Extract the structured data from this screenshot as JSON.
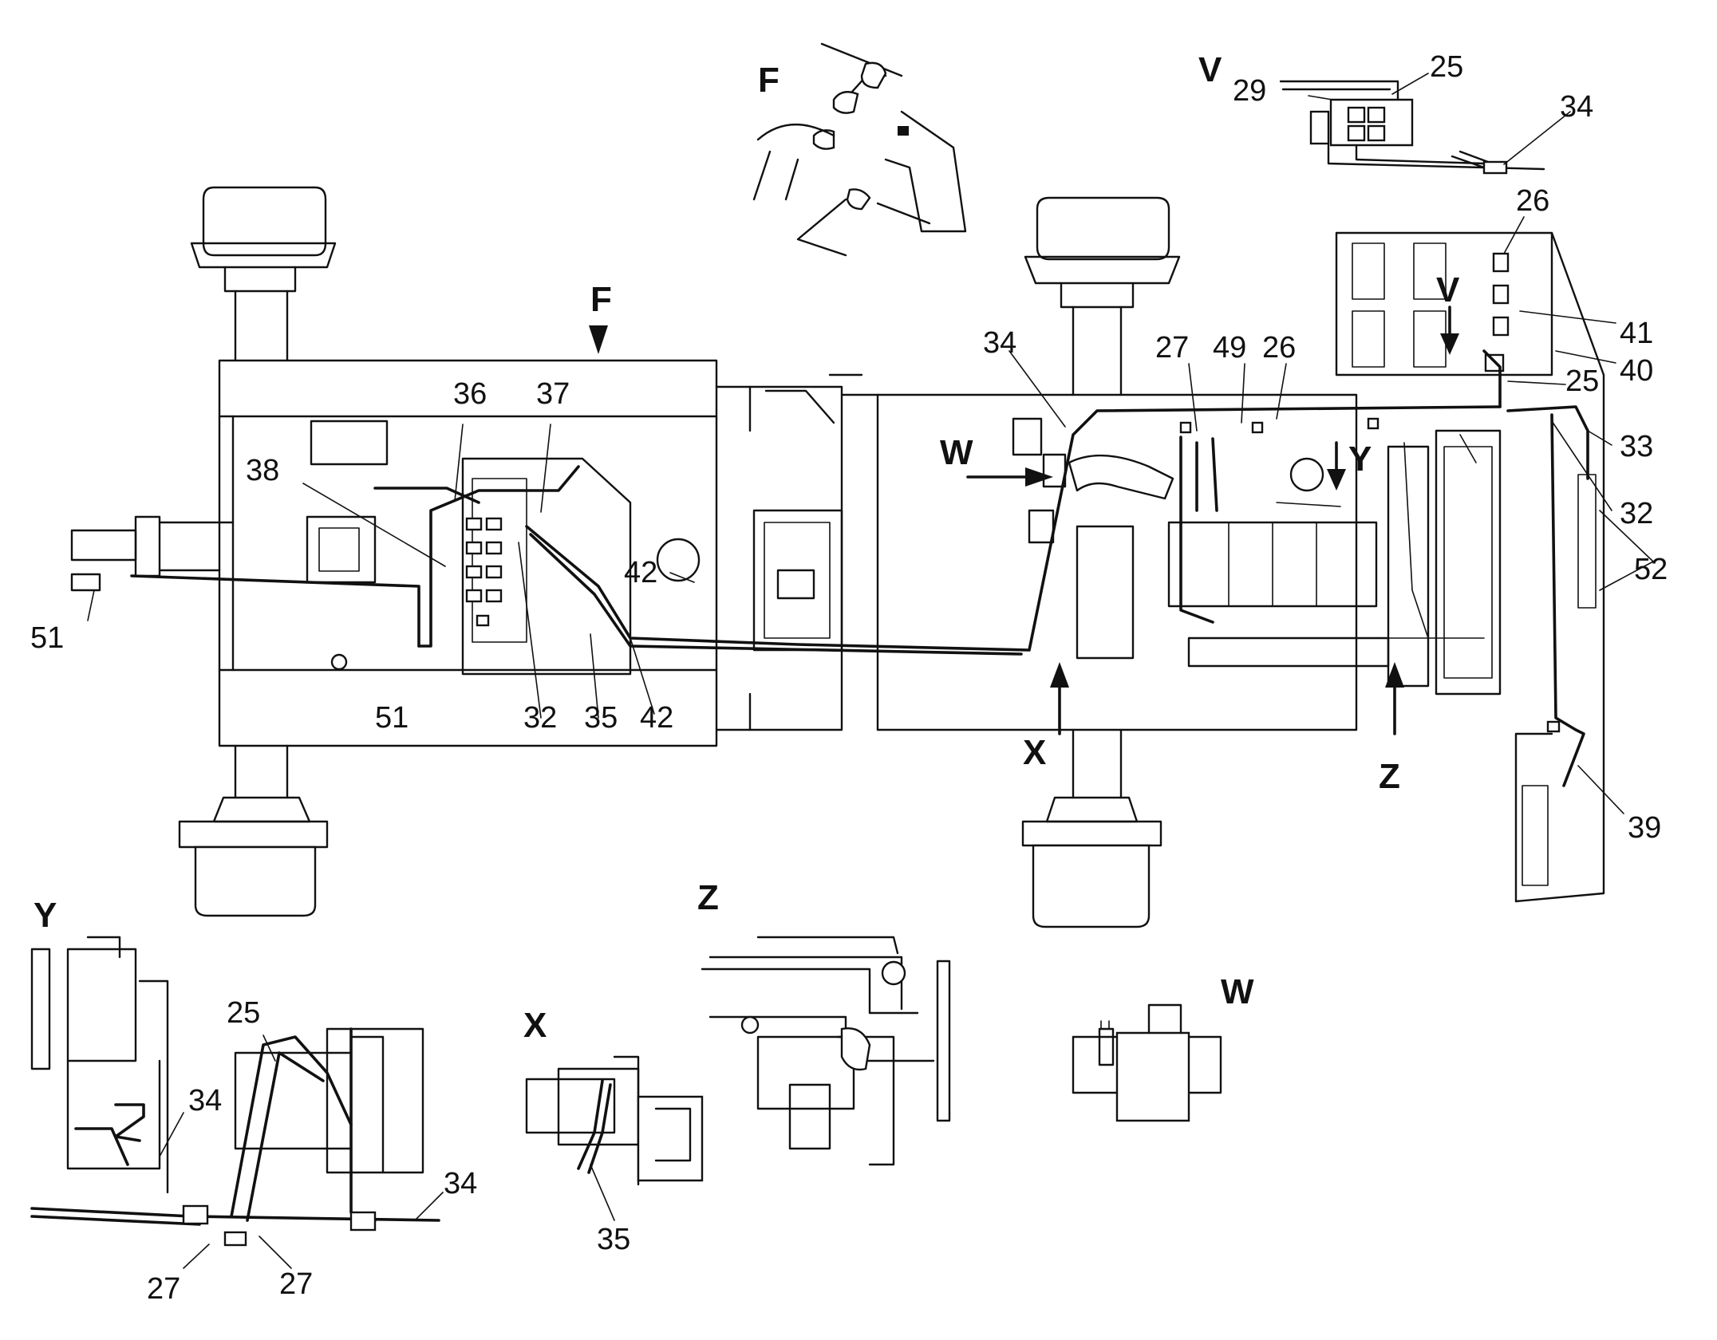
{
  "callouts": [
    {
      "id": "c-51-left",
      "text": "51"
    },
    {
      "id": "c-38",
      "text": "38"
    },
    {
      "id": "c-36",
      "text": "36"
    },
    {
      "id": "c-37",
      "text": "37"
    },
    {
      "id": "c-42-mid",
      "text": "42"
    },
    {
      "id": "c-51-bottom",
      "text": "51"
    },
    {
      "id": "c-32-left",
      "text": "32"
    },
    {
      "id": "c-35",
      "text": "35"
    },
    {
      "id": "c-42-bottom",
      "text": "42"
    },
    {
      "id": "c-34-top",
      "text": "34"
    },
    {
      "id": "c-27-top",
      "text": "27"
    },
    {
      "id": "c-49",
      "text": "49"
    },
    {
      "id": "c-26-mid",
      "text": "26"
    },
    {
      "id": "c-26-top",
      "text": "26"
    },
    {
      "id": "c-41",
      "text": "41"
    },
    {
      "id": "c-40",
      "text": "40"
    },
    {
      "id": "c-25-mid",
      "text": "25"
    },
    {
      "id": "c-33",
      "text": "33"
    },
    {
      "id": "c-32-right",
      "text": "32"
    },
    {
      "id": "c-52",
      "text": "52"
    },
    {
      "id": "c-39",
      "text": "39"
    },
    {
      "id": "c-25-v",
      "text": "25"
    },
    {
      "id": "c-29",
      "text": "29"
    },
    {
      "id": "c-34-v",
      "text": "34"
    },
    {
      "id": "c-25-y",
      "text": "25"
    },
    {
      "id": "c-34-y1",
      "text": "34"
    },
    {
      "id": "c-34-y2",
      "text": "34"
    },
    {
      "id": "c-27-y1",
      "text": "27"
    },
    {
      "id": "c-27-y2",
      "text": "27"
    },
    {
      "id": "c-35-x",
      "text": "35"
    }
  ],
  "views": [
    {
      "id": "v-F-arrow",
      "text": "F"
    },
    {
      "id": "v-F-detail",
      "text": "F"
    },
    {
      "id": "v-V-title",
      "text": "V"
    },
    {
      "id": "v-V-arrow",
      "text": "V"
    },
    {
      "id": "v-W-arrow",
      "text": "W"
    },
    {
      "id": "v-Y-arrow",
      "text": "Y"
    },
    {
      "id": "v-X-arrow",
      "text": "X"
    },
    {
      "id": "v-Z-arrow",
      "text": "Z"
    },
    {
      "id": "v-Y-detail",
      "text": "Y"
    },
    {
      "id": "v-X-detail",
      "text": "X"
    },
    {
      "id": "v-Z-detail",
      "text": "Z"
    },
    {
      "id": "v-W-detail",
      "text": "W"
    }
  ]
}
